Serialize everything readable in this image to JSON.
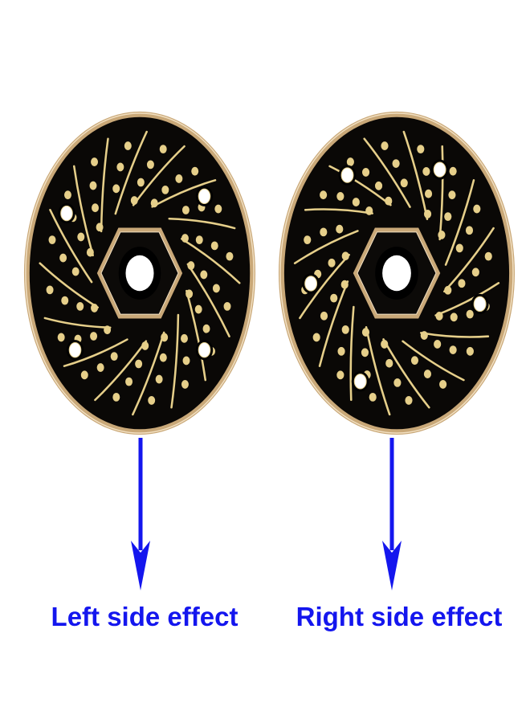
{
  "colors": {
    "disc_body": "#0a0806",
    "disc_rim": "#c9a878",
    "disc_rim_highlight": "#f2e0c2",
    "gold_pattern": "#e6cf8a",
    "hole_fill": "#ffffff",
    "arrow": "#1416ee",
    "label_text": "#1416ee",
    "background": "#ffffff"
  },
  "images": {
    "left_disc": {
      "icon": "brake-disc-wheel-hub-icon",
      "vane_direction": "counterclockwise"
    },
    "right_disc": {
      "icon": "brake-disc-wheel-hub-icon",
      "vane_direction": "clockwise"
    }
  },
  "arrows": {
    "left": {
      "icon": "arrow-down-icon"
    },
    "right": {
      "icon": "arrow-down-icon"
    }
  },
  "labels": {
    "left": "Left side effect",
    "right": "Right side effect"
  }
}
